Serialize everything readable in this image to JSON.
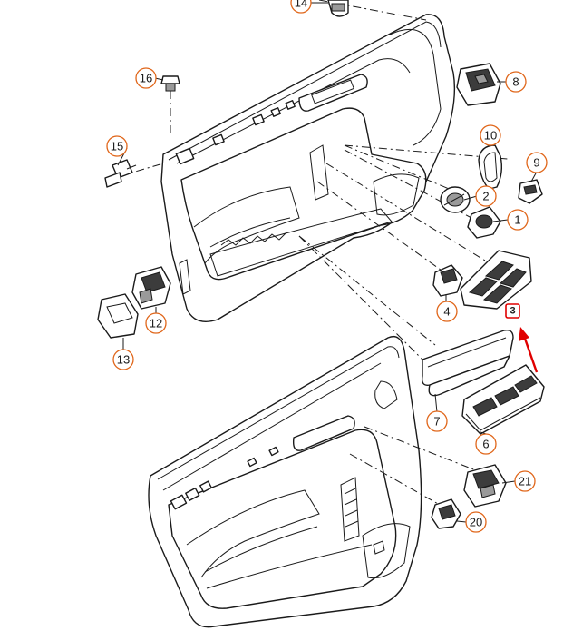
{
  "callouts": {
    "c1": "1",
    "c2": "2",
    "c3": "3",
    "c4": "4",
    "c6": "6",
    "c7": "7",
    "c8": "8",
    "c9": "9",
    "c10": "10",
    "c12": "12",
    "c13": "13",
    "c14": "14",
    "c15": "15",
    "c16": "16",
    "c20": "20",
    "c21": "21"
  },
  "highlight": {
    "label": "3",
    "color": "#e00000"
  },
  "colors": {
    "callout_ring": "#e0661a",
    "line": "#1a1a1a",
    "arrow": "#e00000"
  }
}
